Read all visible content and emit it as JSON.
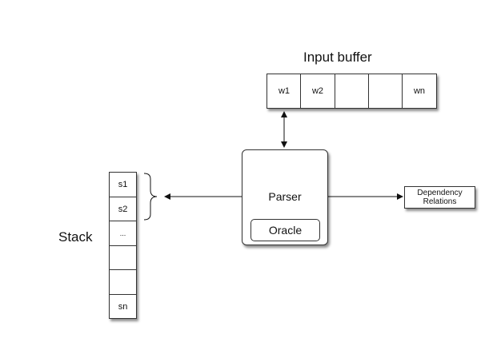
{
  "input_buffer": {
    "title": "Input buffer",
    "cells": [
      "w1",
      "w2",
      "",
      "",
      "wn"
    ]
  },
  "stack": {
    "title": "Stack",
    "cells": [
      "s1",
      "s2",
      "...",
      "",
      "",
      "sn"
    ]
  },
  "parser": {
    "label": "Parser",
    "oracle_label": "Oracle"
  },
  "output": {
    "line1": "Dependency",
    "line2": "Relations"
  }
}
